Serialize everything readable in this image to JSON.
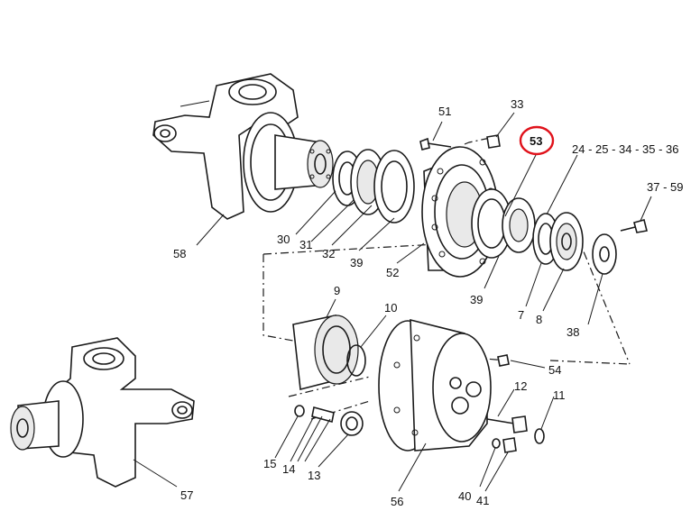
{
  "parts": {
    "p51": "51",
    "p33": "33",
    "p53": "53",
    "p24_36": "24 - 25 - 34 - 35 - 36",
    "p37_59": "37 - 59",
    "p58": "58",
    "p30": "30",
    "p31": "31",
    "p32": "32",
    "p39a": "39",
    "p52": "52",
    "p39b": "39",
    "p7": "7",
    "p8": "8",
    "p38": "38",
    "p9": "9",
    "p10": "10",
    "p54": "54",
    "p12": "12",
    "p11": "11",
    "p15": "15",
    "p14": "14",
    "p13": "13",
    "p56": "56",
    "p40": "40",
    "p41": "41",
    "p57": "57"
  },
  "highlight_color": "#e0121b"
}
